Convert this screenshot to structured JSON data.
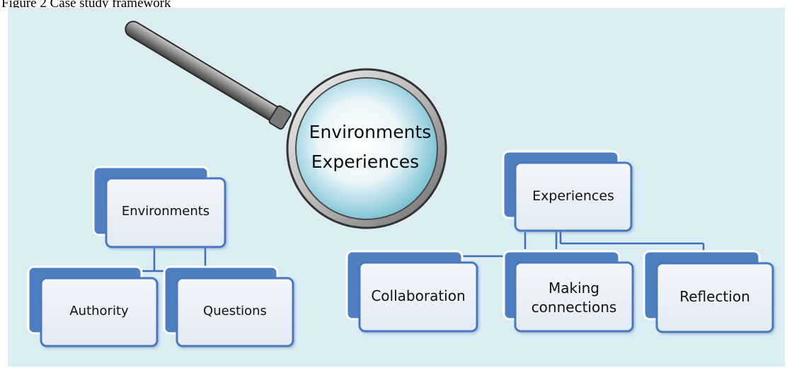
{
  "caption": "Figure 2 Case study framework",
  "lens": {
    "line1": "Environments",
    "line2": "Experiences",
    "icon": "magnifying-glass-icon"
  },
  "tree_left": {
    "root": "Environments",
    "children": [
      "Authority",
      "Questions"
    ]
  },
  "tree_right": {
    "root": "Experiences",
    "children": [
      "Collaboration",
      "Making connections",
      "Reflection"
    ],
    "children_lines": {
      "making_line1": "Making",
      "making_line2": "connections"
    }
  },
  "colors": {
    "panel_background": "#dbecf2",
    "box_front": "#eaf0f8",
    "box_back": "#4f7fc1",
    "box_border": "#4a78bb",
    "connector": "#3f6fae",
    "lens_fill": "#6fb9cf"
  }
}
